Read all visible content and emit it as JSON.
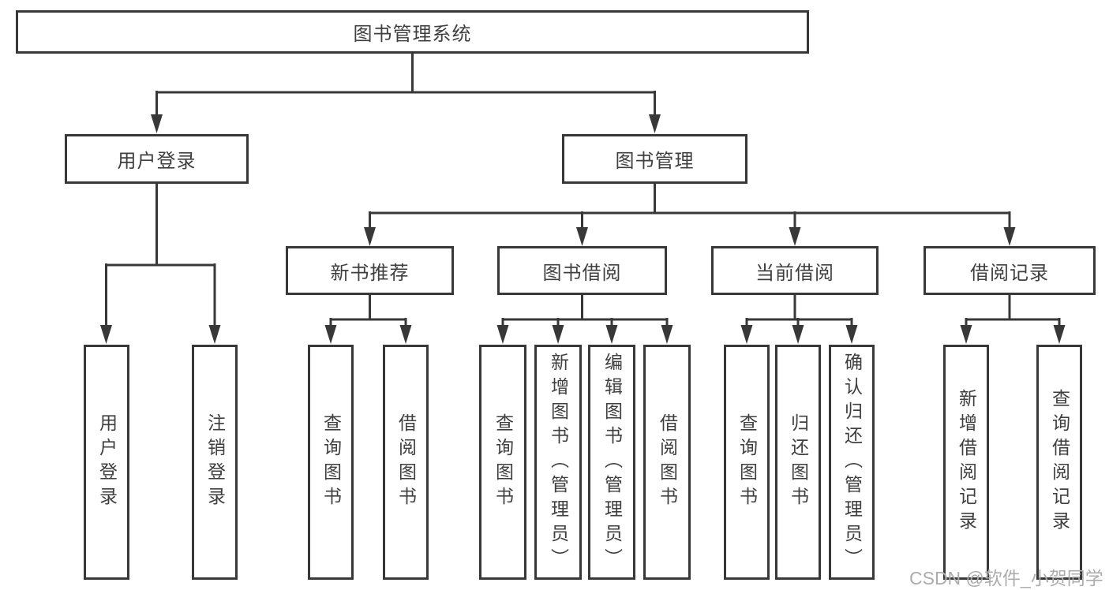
{
  "root": {
    "label": "图书管理系统"
  },
  "level2": [
    {
      "label": "用户登录"
    },
    {
      "label": "图书管理"
    }
  ],
  "level3": [
    {
      "label": "新书推荐"
    },
    {
      "label": "图书借阅"
    },
    {
      "label": "当前借阅"
    },
    {
      "label": "借阅记录"
    }
  ],
  "leaves": {
    "user_login": [
      {
        "label": "用户登录"
      },
      {
        "label": "注销登录"
      }
    ],
    "new_books": [
      {
        "label": "查询图书"
      },
      {
        "label": "借阅图书"
      }
    ],
    "book_borrowing": [
      {
        "label": "查询图书"
      },
      {
        "label": "新增图书（管理员）"
      },
      {
        "label": "编辑图书（管理员）"
      },
      {
        "label": "借阅图书"
      }
    ],
    "current_borrowing": [
      {
        "label": "查询图书"
      },
      {
        "label": "归还图书"
      },
      {
        "label": "确认归还（管理员）"
      }
    ],
    "borrowing_records": [
      {
        "label": "新增借阅记录"
      },
      {
        "label": "查询借阅记录"
      }
    ]
  },
  "watermark": {
    "text": "CSDN @软件_小贺同学"
  },
  "colors": {
    "line": "#383838",
    "box_border": "#383838",
    "text": "#3f3f3f",
    "watermark": "#acacac",
    "background": "#ffffff"
  }
}
